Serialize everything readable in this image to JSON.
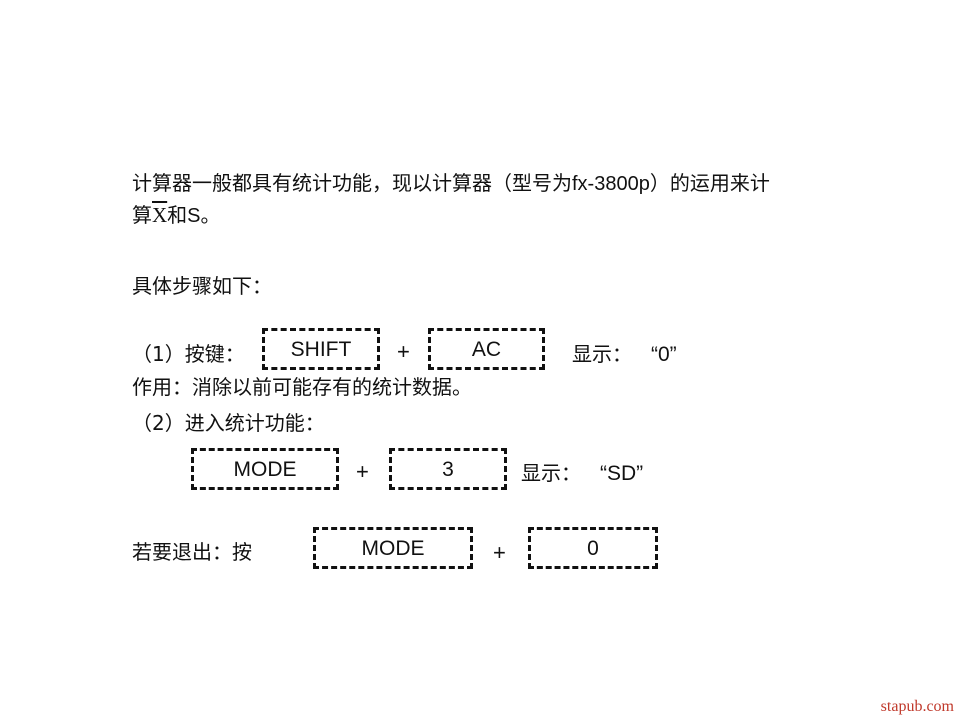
{
  "intro": {
    "line1_prefix": "计算器一般都具有统计功能，现以计算器（型号为",
    "model": "fx-3800p",
    "line1_suffix": "）的运用来计",
    "line2_a": "算",
    "xbar": "X",
    "line2_b": "和",
    "s": "S",
    "line2_c": "。"
  },
  "steps_heading": "具体步骤如下：",
  "step1": {
    "label": "（1）按键：",
    "key1": "SHIFT",
    "plus": "+",
    "key2": "AC",
    "display_label": "显示：",
    "display_value": "“0”"
  },
  "purpose": "作用：消除以前可能存有的统计数据。",
  "step2": {
    "label": "（2）进入统计功能：",
    "key1": "MODE",
    "plus": "+",
    "key2": "3",
    "display_label": "显示：",
    "display_value": "“SD”"
  },
  "exit": {
    "label": "若要退出：按",
    "key1": "MODE",
    "plus": "+",
    "key2": "0"
  },
  "watermark": "stapub.com"
}
